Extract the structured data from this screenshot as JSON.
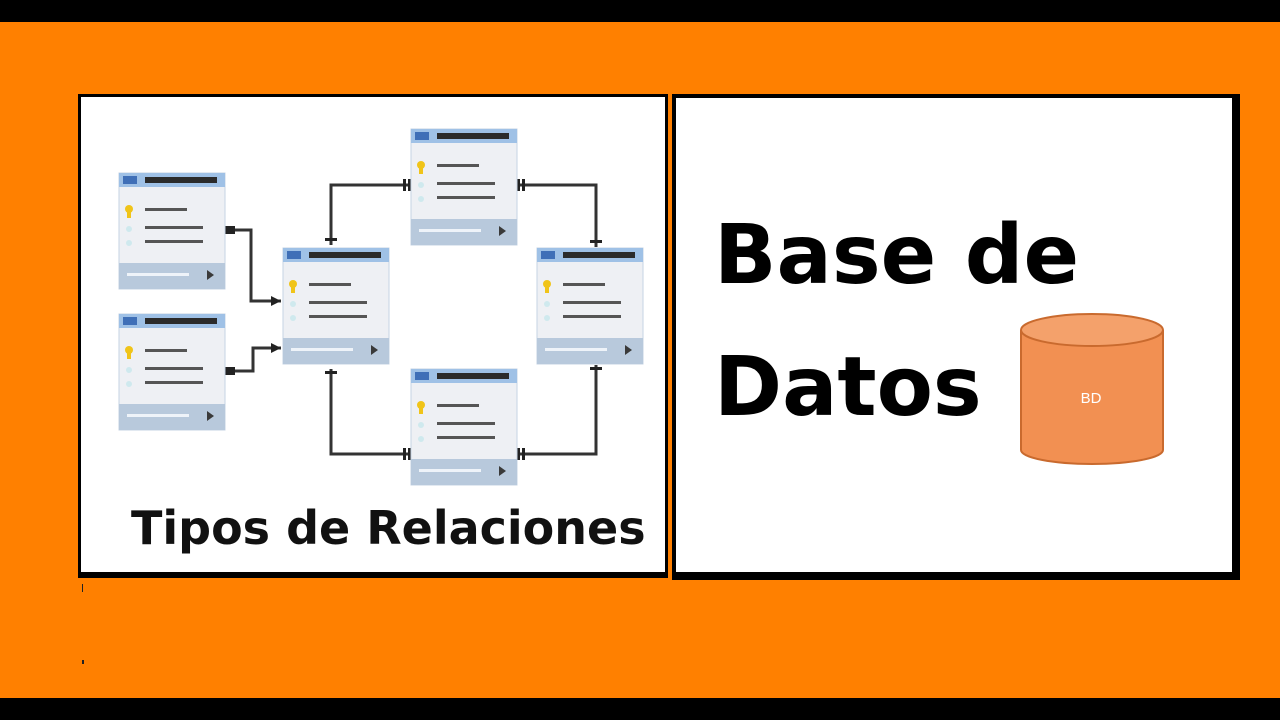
{
  "left_panel": {
    "caption": "Tipos de Relaciones"
  },
  "right_panel": {
    "title_line1": "Base de",
    "title_line2": "Datos",
    "db_icon_label": "BD"
  },
  "icons": {
    "database": "database-cylinder-icon",
    "key": "key-icon",
    "table": "table-window-icon"
  },
  "colors": {
    "background": "#ff8000",
    "frame": "#000000",
    "cylinder_fill": "#f29052",
    "cylinder_stroke": "#c96a2e",
    "table_header": "#9fc1e6",
    "table_body": "#eef0f4",
    "table_footer": "#b8c9dc"
  }
}
